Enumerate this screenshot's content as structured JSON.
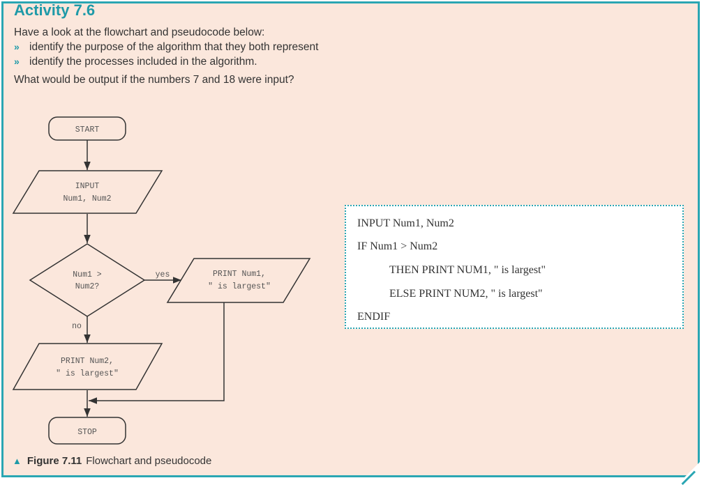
{
  "activity": {
    "title": "Activity 7.6",
    "intro": "Have a look at the flowchart and pseudocode below:",
    "bullets": [
      "identify the purpose of the algorithm that they both represent",
      "identify the processes included in the algorithm."
    ],
    "question": "What would be output if the numbers 7 and 18 were input?"
  },
  "flowchart": {
    "start": "START",
    "input_line1": "INPUT",
    "input_line2": "Num1, Num2",
    "decision_line1": "Num1 >",
    "decision_line2": "Num2?",
    "yes_label": "yes",
    "no_label": "no",
    "print1_line1": "PRINT Num1,",
    "print1_line2": "\" is largest\"",
    "print2_line1": "PRINT Num2,",
    "print2_line2": "\" is largest\"",
    "stop": "STOP"
  },
  "pseudocode": {
    "lines": [
      "INPUT Num1, Num2",
      "IF Num1 > Num2",
      "THEN PRINT NUM1, \" is largest\"",
      "ELSE PRINT NUM2, \" is largest\"",
      "ENDIF"
    ]
  },
  "caption": {
    "figure": "Figure 7.11",
    "text": "Flowchart and pseudocode"
  },
  "colors": {
    "accent": "#2aa6b3",
    "panel_background": "#fbe7dc"
  }
}
